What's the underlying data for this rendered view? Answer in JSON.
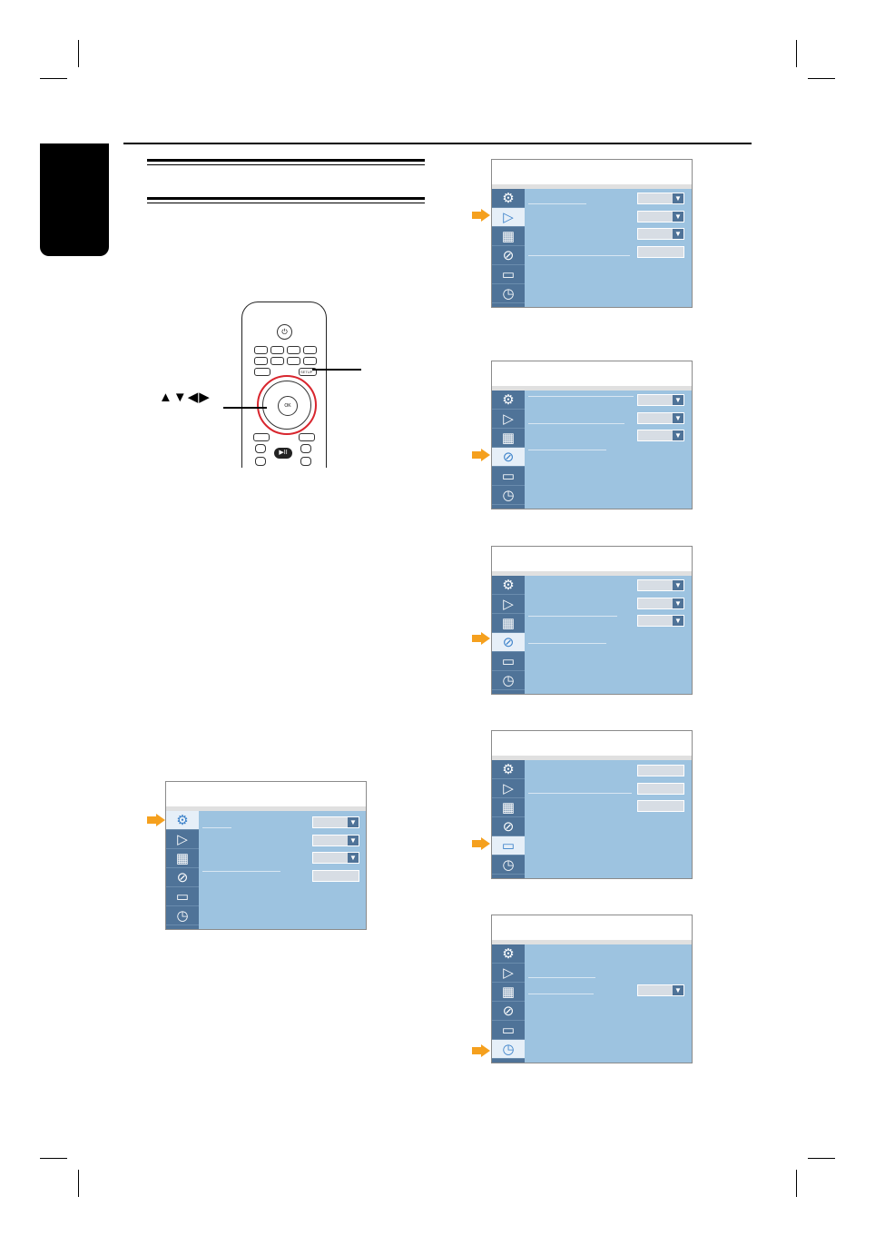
{
  "remote": {
    "arrow_keys": "▲▼◀▶",
    "ok_label": "OK",
    "setup_label": "SETUP",
    "play_pause_label": "▶II"
  },
  "panel_icons": [
    "gear-icon",
    "play-icon",
    "record-icon",
    "disc-icon",
    "tv-icon",
    "clock-icon"
  ],
  "colors": {
    "panel_bg": "#9dc3e0",
    "icon_column": "#4f7398",
    "active_icon_bg": "#e6eff8",
    "pointer_orange": "#f5a01e",
    "remote_ring": "#d8262e"
  }
}
